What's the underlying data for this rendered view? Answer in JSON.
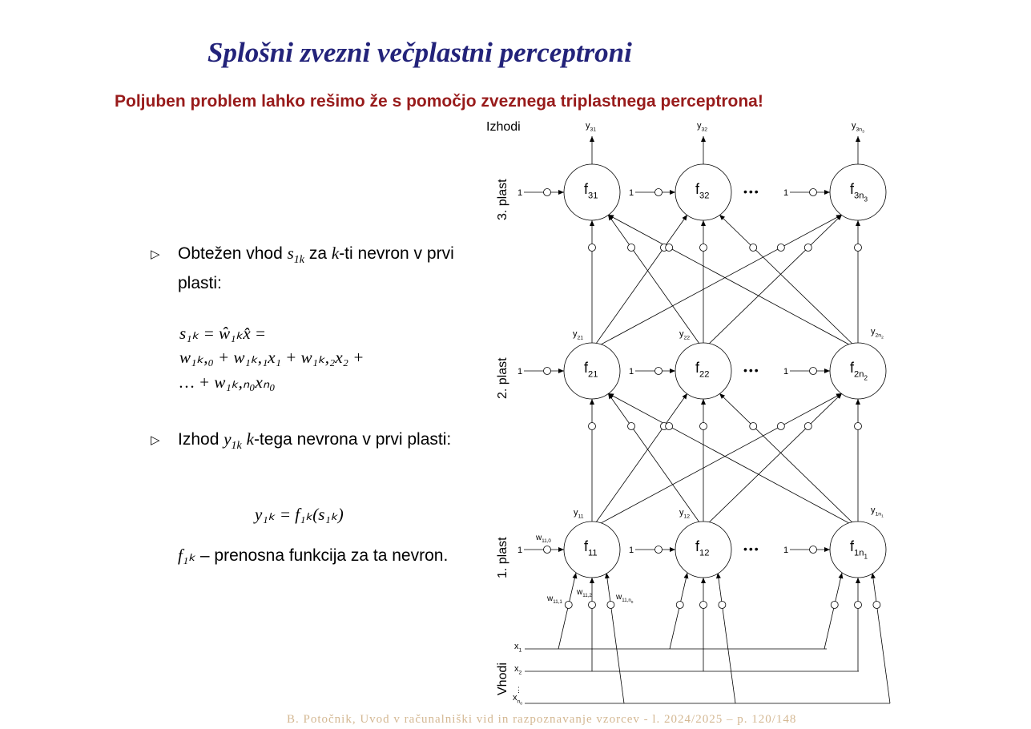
{
  "title": "Splošni zvezni večplastni perceptroni",
  "subtitle": "Poljuben problem lahko rešimo že s pomočjo zveznega triplastnega perceptrona!",
  "bullets": {
    "marker": "▷",
    "b1": {
      "pre": "Obtežen vhod ",
      "var": "s",
      "sub": "1k",
      "mid": " za ",
      "kvar": "k",
      "post": "-ti nevron v prvi plasti:"
    },
    "b2": {
      "pre": "Izhod ",
      "var": "y",
      "sub": "1k",
      "mid": " ",
      "kvar": "k",
      "post": "-tega nevrona v prvi plasti:"
    }
  },
  "formulas": {
    "f1_line1": "s₁ₖ = ŵ₁ₖx̂ =",
    "f1_line2": "w₁ₖ,₀ + w₁ₖ,₁x₁ + w₁ₖ,₂x₂ +",
    "f1_line3": "… + w₁ₖ,ₙ₀xₙ₀",
    "f2": "y₁ₖ = f₁ₖ(s₁ₖ)",
    "f3_var": "f₁ₖ",
    "f3_text": " – prenosna funkcija za ta nevron."
  },
  "diagram": {
    "outputs_label": "Izhodi",
    "inputs_label": "Vhodi",
    "layer_labels": [
      "3. plast",
      "2. plast",
      "1. plast"
    ],
    "bias": "1",
    "dots": "•••",
    "layer3": {
      "nodes": [
        "f31",
        "f32",
        "f3n3"
      ],
      "outputs": [
        "y31",
        "y32",
        "y3n3"
      ]
    },
    "layer2": {
      "nodes": [
        "f21",
        "f22",
        "f2n2"
      ],
      "outputs": [
        "y21",
        "y22",
        "y2n2"
      ]
    },
    "layer1": {
      "nodes": [
        "f11",
        "f12",
        "f1n1"
      ],
      "outputs": [
        "y11",
        "y12",
        "y1n1"
      ]
    },
    "weights": [
      "w11,0",
      "w11,1",
      "w11,2",
      "w11,n0"
    ],
    "inputs": [
      "x1",
      "x2",
      "xn0"
    ]
  },
  "footer": "B. Potočnik, Uvod v računalniški vid in razpoznavanje vzorcev - l. 2024/2025 – p. 120/148"
}
